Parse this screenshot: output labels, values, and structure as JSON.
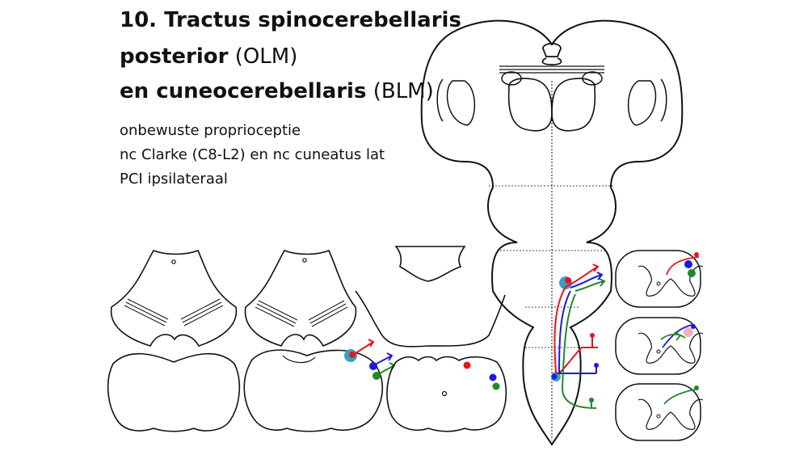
{
  "title": {
    "line1_bold": "10. Tractus spinocerebellaris",
    "line2_bold": "posterior",
    "line2_light": "(OLM)",
    "line3_bold": "en cuneocerebellaris",
    "line3_light": "(BLM)"
  },
  "description": [
    "onbewuste proprioceptie",
    "nc Clarke (C8-L2) en nc cuneatus lat",
    "PCI ipsilateraal"
  ],
  "colors": {
    "red_tract": "#e8141c",
    "blue_tract": "#1a1adc",
    "green_tract": "#1d8a2a",
    "teal_highlight": "#3aa0c8",
    "pink_highlight": "#f2b3b8",
    "outline": "#111111"
  }
}
